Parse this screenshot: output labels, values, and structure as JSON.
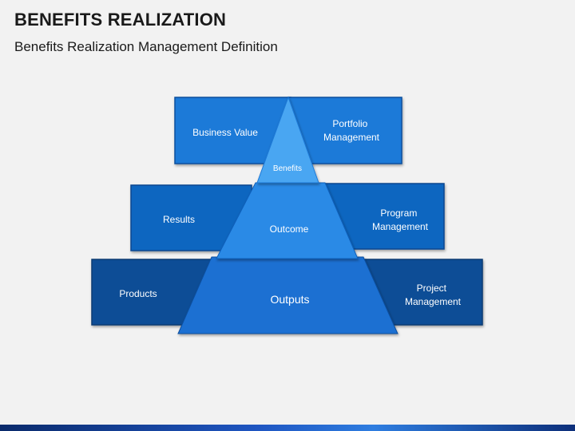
{
  "header": {
    "title": "BENEFITS REALIZATION",
    "subtitle": "Benefits Realization Management Definition"
  },
  "colors": {
    "row1_box": "#1f7ad8",
    "row2_box": "#0f66c0",
    "row3_box": "#0a4e96",
    "tier_top": "#4aa6f2",
    "tier_mid": "#2a8ae6",
    "tier_bot": "#1a6fd2",
    "background": "#f2f2f2"
  },
  "diagram": {
    "left_boxes": [
      "Business Value",
      "Results",
      "Products"
    ],
    "right_boxes": [
      "Portfolio Management",
      "Program Management",
      "Project Management"
    ],
    "tiers": [
      "Benefits",
      "Outcome",
      "Outputs"
    ]
  }
}
